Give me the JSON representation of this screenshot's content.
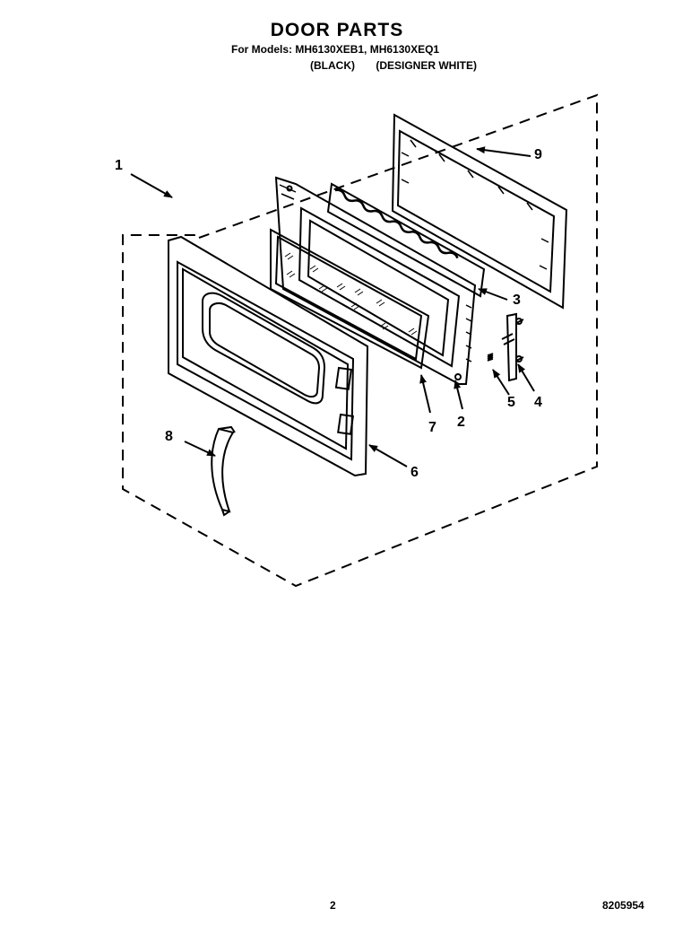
{
  "header": {
    "title": "DOOR PARTS",
    "models_line": "For Models: MH6130XEB1, MH6130XEQ1",
    "color_black": "(BLACK)",
    "color_white": "(DESIGNER WHITE)"
  },
  "callouts": {
    "c1": "1",
    "c2": "2",
    "c3": "3",
    "c4": "4",
    "c5": "5",
    "c6": "6",
    "c7": "7",
    "c8": "8",
    "c9": "9"
  },
  "footer": {
    "page_number": "2",
    "document_code": "8205954"
  }
}
